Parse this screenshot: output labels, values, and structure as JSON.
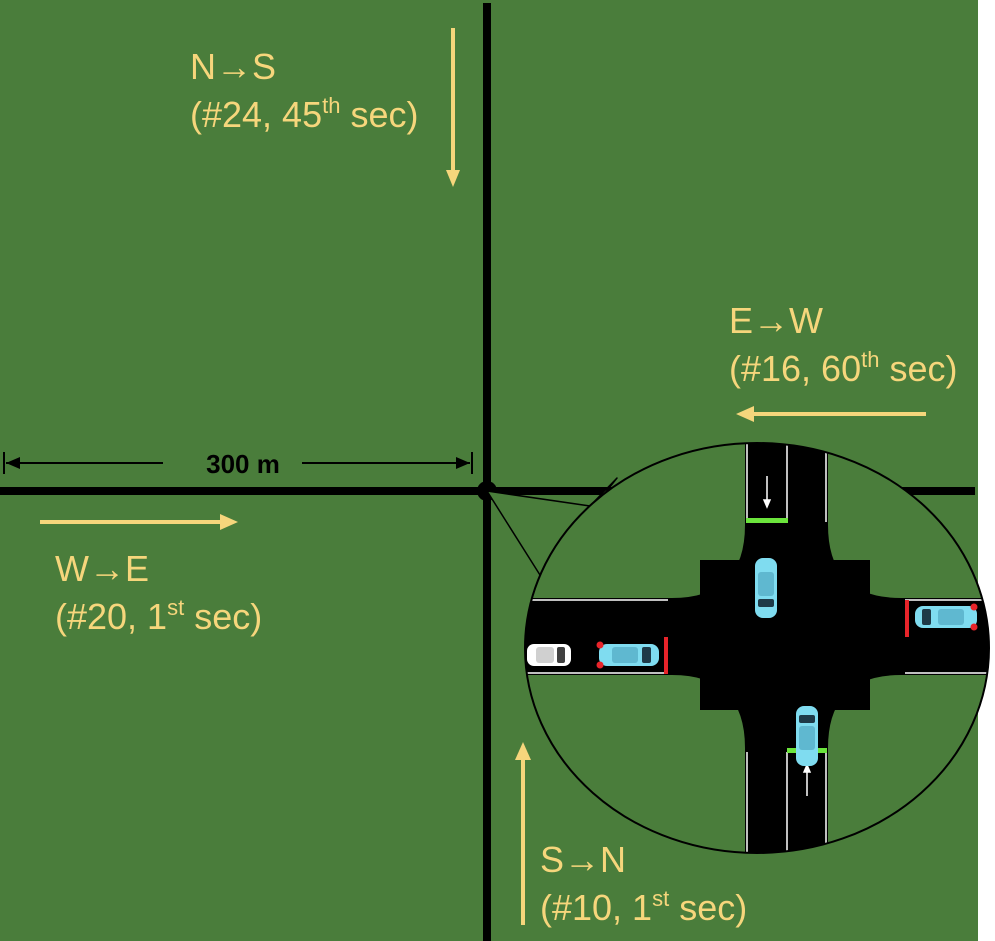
{
  "colors": {
    "background": "#4a7d3b",
    "road": "#000000",
    "arrow": "#f6d67c",
    "label": "#f6d67c",
    "lane_marking": "#ffffff",
    "green_signal": "#6be43c",
    "red_signal": "#e8242a",
    "car": "#7fdcf0"
  },
  "distance_label": "300 m",
  "flows": [
    {
      "id": "north-to-south",
      "direction": "N→S",
      "vehicles": "(#24, 45",
      "ordinal": "th",
      "unit": " sec)"
    },
    {
      "id": "east-to-west",
      "direction": "E→W",
      "vehicles": "(#16, 60",
      "ordinal": "th",
      "unit": " sec)"
    },
    {
      "id": "west-to-east",
      "direction": "W→E",
      "vehicles": "(#20, 1",
      "ordinal": "st",
      "unit": " sec)"
    },
    {
      "id": "south-to-north",
      "direction": "S→N",
      "vehicles": "(#10, 1",
      "ordinal": "st",
      "unit": " sec)"
    }
  ],
  "inset": {
    "signals": {
      "north": "green",
      "south": "green",
      "west": "red",
      "east": "red"
    },
    "vehicles": [
      "car-west-white",
      "car-west-cyan",
      "car-center-cyan",
      "car-east-cyan",
      "car-south-cyan"
    ]
  }
}
